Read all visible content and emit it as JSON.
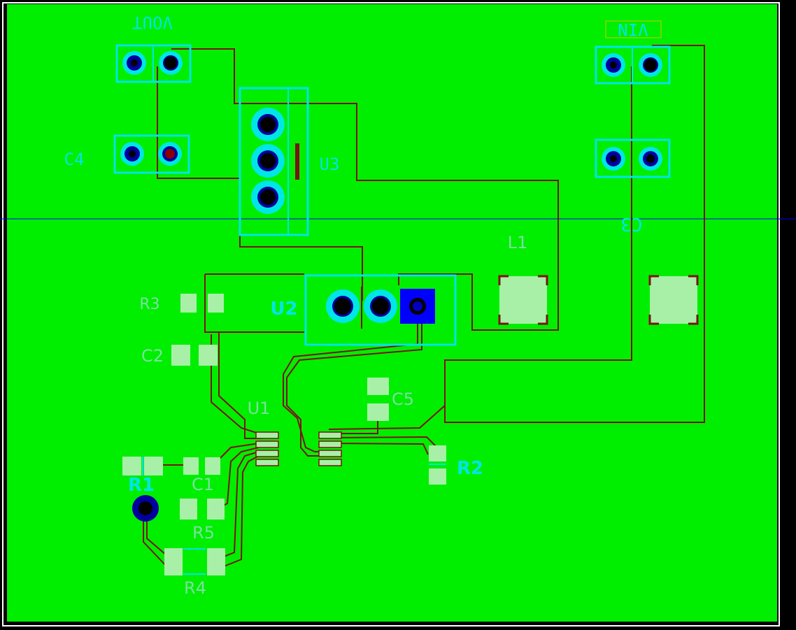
{
  "colors": {
    "background": "#000000",
    "copper_fill": "#00ee00",
    "board_edge": "#ffffff",
    "trace": "#7a1414",
    "silkscreen": "#00e6e6",
    "smd_pad": "#a8f0a8",
    "via": "#0000a0",
    "drill": "#000000",
    "selected_pad": "#0000ff",
    "guide_line": "#0000ff"
  },
  "labels": {
    "vout": "VOUT",
    "vin": "VIN",
    "c4": "C4",
    "c3": "C3",
    "u3": "U3",
    "l1": "L1",
    "r3": "R3",
    "u2": "U2",
    "c2": "C2",
    "u1": "U1",
    "c5": "C5",
    "r2": "R2",
    "r1": "R1",
    "c1": "C1",
    "r5": "R5",
    "r4": "R4"
  }
}
